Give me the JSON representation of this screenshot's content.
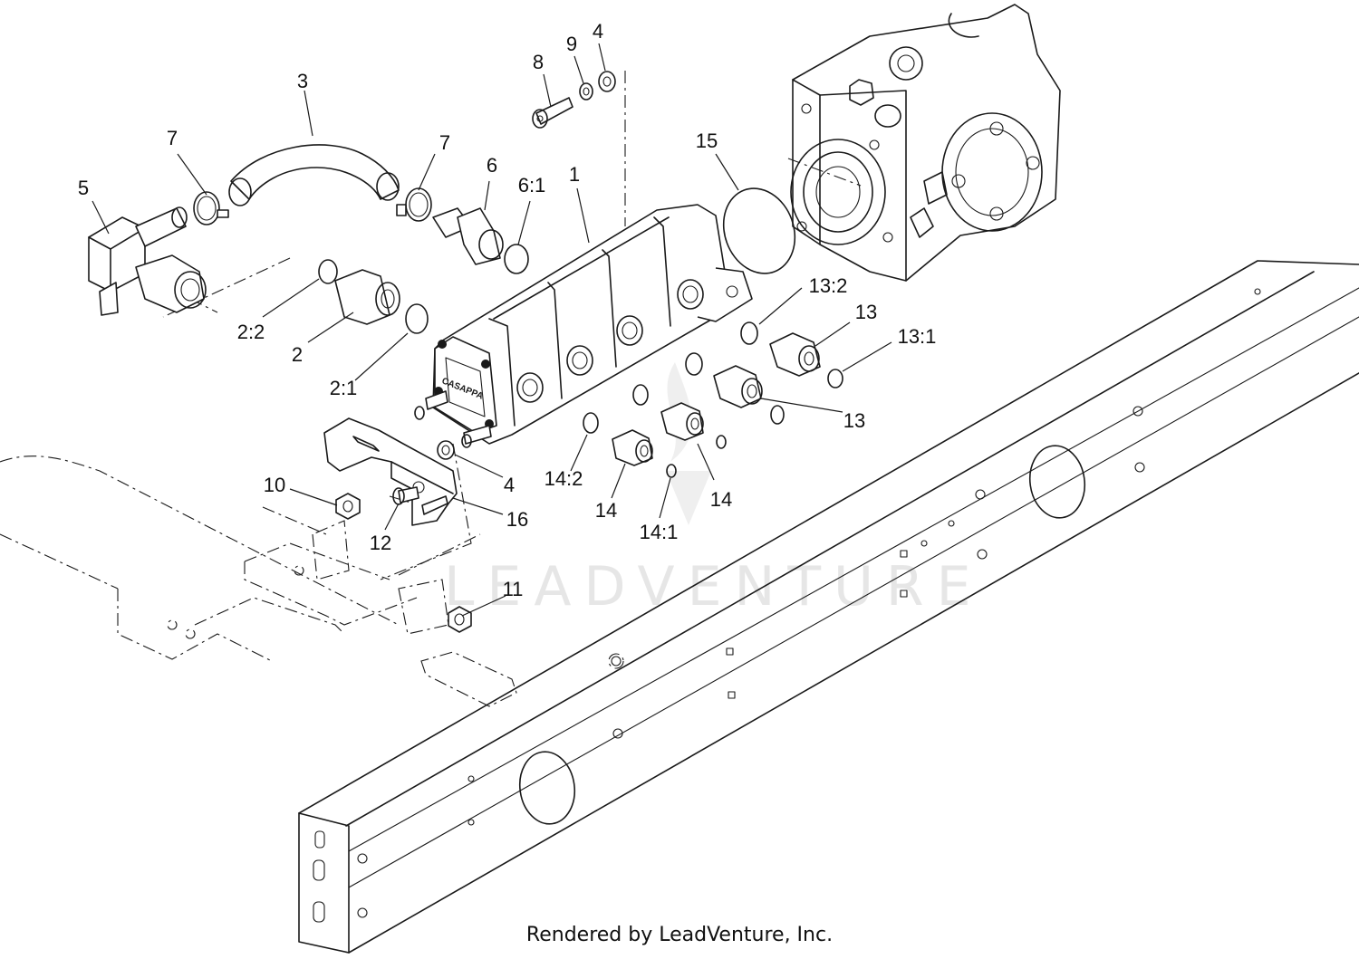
{
  "watermark": "LEADVENTURE",
  "credit": "Rendered by LeadVenture, Inc.",
  "embossed_brand": "CASAPPA",
  "callouts": {
    "c1": "1",
    "c2": "2",
    "c2_1": "2:1",
    "c2_2": "2:2",
    "c3": "3",
    "c4a": "4",
    "c4b": "4",
    "c5": "5",
    "c6": "6",
    "c6_1": "6:1",
    "c7a": "7",
    "c7b": "7",
    "c8": "8",
    "c9": "9",
    "c10": "10",
    "c11": "11",
    "c12": "12",
    "c13a": "13",
    "c13b": "13",
    "c13_1": "13:1",
    "c13_2": "13:2",
    "c14a": "14",
    "c14b": "14",
    "c14_1": "14:1",
    "c14_2": "14:2",
    "c15": "15",
    "c16": "16"
  }
}
